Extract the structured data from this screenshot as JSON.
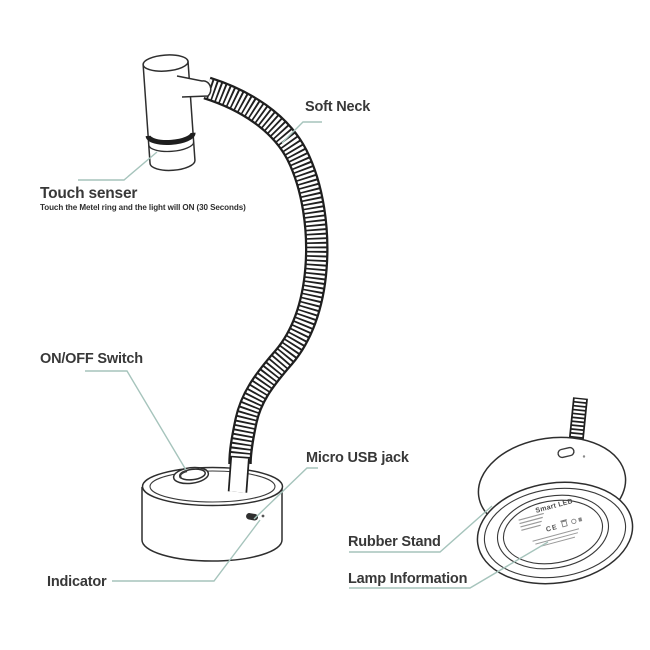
{
  "diagram": {
    "background_color": "#ffffff",
    "outline_color": "#2e2e2e",
    "leader_line_color": "#a6c4bc",
    "text_color": "#383838",
    "callouts": {
      "soft_neck": "Soft Neck",
      "touch_sensor": "Touch senser",
      "touch_sensor_note": "Touch the Metel ring and the light will ON (30 Seconds)",
      "on_off_switch": "ON/OFF Switch",
      "micro_usb_jack": "Micro USB jack",
      "indicator": "Indicator",
      "rubber_stand": "Rubber Stand",
      "lamp_information": "Lamp Information"
    },
    "bottom_label": {
      "brand": "Smart LED",
      "ce_mark": "CE"
    }
  }
}
